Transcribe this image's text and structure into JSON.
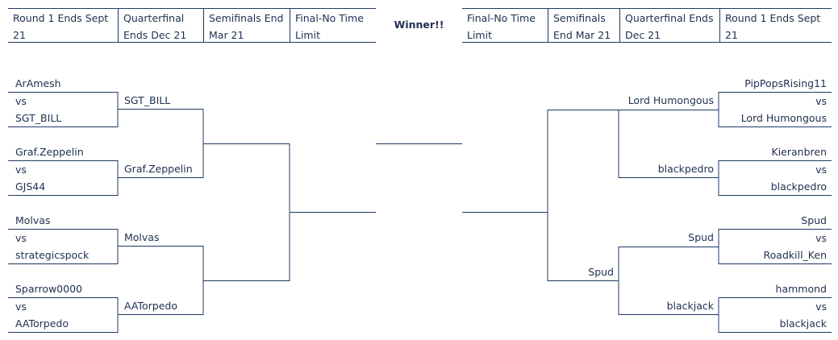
{
  "left_header": [
    "Round 1 Ends Sept 21",
    "Quarterfinal Ends Dec 21",
    "Semifinals End Mar 21",
    "Final-No Time Limit"
  ],
  "right_header": [
    "Final-No Time Limit",
    "Semifinals End Mar 21",
    "Quarterfinal Ends Dec 21",
    "Round 1 Ends Sept 21"
  ],
  "winner_label": "Winner!!",
  "left_round1": [
    {
      "top": "ArAmesh",
      "vs": "vs",
      "bottom": "SGT_BILL"
    },
    {
      "top": "Graf.Zeppelin",
      "vs": "vs",
      "bottom": "GJS44"
    },
    {
      "top": "Molvas",
      "vs": "vs",
      "bottom": "strategicspock"
    },
    {
      "top": "Sparrow0000",
      "vs": "vs",
      "bottom": "AATorpedo"
    }
  ],
  "left_quarterfinal": [
    "SGT_BILL",
    "Graf.Zeppelin",
    "Molvas",
    "AATorpedo"
  ],
  "right_round1": [
    {
      "top": "PipPopsRising11",
      "vs": "vs",
      "bottom": "Lord Humongous"
    },
    {
      "top": "Kieranbren",
      "vs": "vs",
      "bottom": "blackpedro"
    },
    {
      "top": "Spud",
      "vs": "vs",
      "bottom": "Roadkill_Ken"
    },
    {
      "top": "hammond",
      "vs": "vs",
      "bottom": "blackjack"
    }
  ],
  "right_quarterfinal": [
    "Lord Humongous",
    "blackpedro",
    "Spud",
    "blackjack"
  ],
  "right_semifinal": [
    "Spud"
  ]
}
